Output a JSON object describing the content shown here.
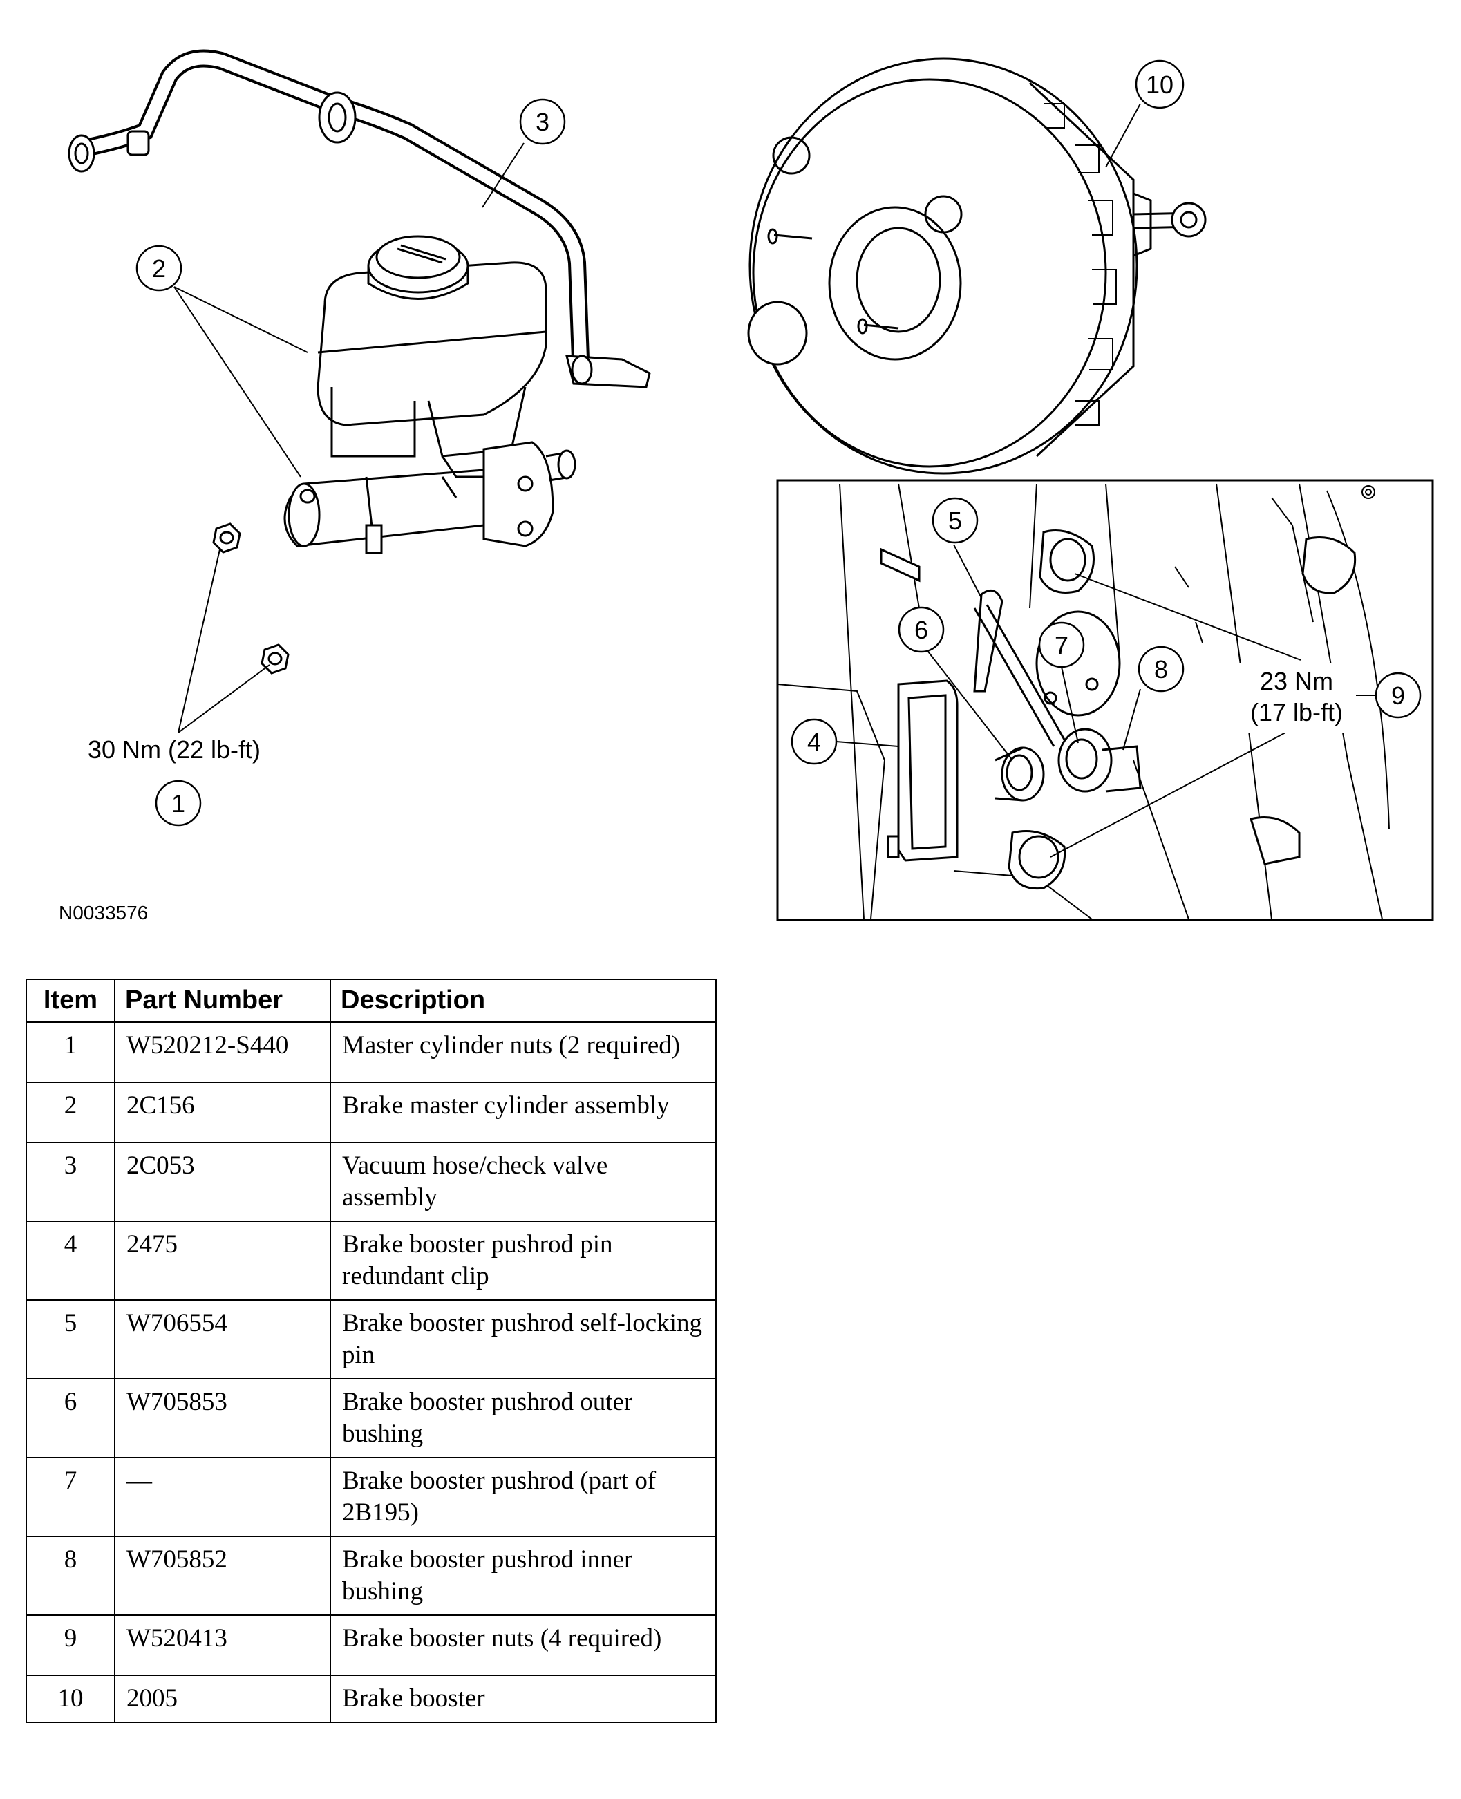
{
  "figure_id": "N0033576",
  "callouts": {
    "c1": "1",
    "c2": "2",
    "c3": "3",
    "c4": "4",
    "c5": "5",
    "c6": "6",
    "c7": "7",
    "c8": "8",
    "c9": "9",
    "c10": "10"
  },
  "torque_master_cylinder": "30 Nm (22 lb-ft)",
  "torque_booster_line1": "23 Nm",
  "torque_booster_line2": "(17 lb-ft)",
  "table": {
    "headers": {
      "item": "Item",
      "part_number": "Part Number",
      "description": "Description"
    },
    "rows": [
      {
        "item": "1",
        "part_number": "W520212-S440",
        "description": "Master cylinder nuts (2 required)"
      },
      {
        "item": "2",
        "part_number": "2C156",
        "description": "Brake master cylinder assembly"
      },
      {
        "item": "3",
        "part_number": "2C053",
        "description": "Vacuum hose/check valve assembly"
      },
      {
        "item": "4",
        "part_number": "2475",
        "description": "Brake booster pushrod pin redundant clip"
      },
      {
        "item": "5",
        "part_number": "W706554",
        "description": "Brake booster pushrod self-locking pin"
      },
      {
        "item": "6",
        "part_number": "W705853",
        "description": "Brake booster pushrod outer bushing"
      },
      {
        "item": "7",
        "part_number": "—",
        "description": "Brake booster pushrod (part of 2B195)"
      },
      {
        "item": "8",
        "part_number": "W705852",
        "description": "Brake booster pushrod inner bushing"
      },
      {
        "item": "9",
        "part_number": "W520413",
        "description": "Brake booster nuts (4 required)"
      },
      {
        "item": "10",
        "part_number": "2005",
        "description": "Brake booster"
      }
    ]
  }
}
